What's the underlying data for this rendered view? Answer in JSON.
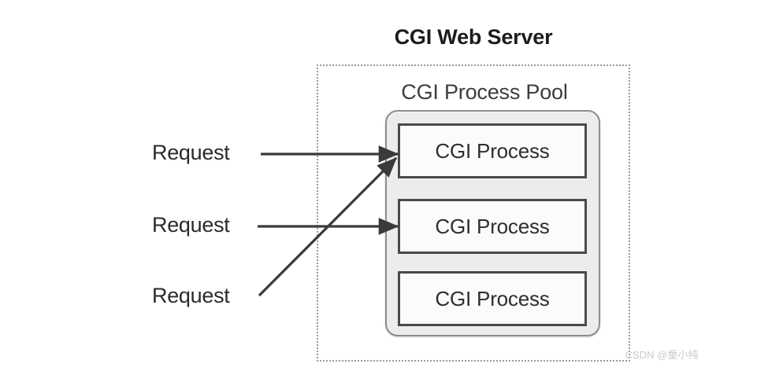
{
  "diagram": {
    "title": "CGI Web Server",
    "pool_title": "CGI Process Pool",
    "watermark": "CSDN @童小纯",
    "colors": {
      "title_text": "#1c1c1c",
      "pool_title_text": "#3d3d3d",
      "pool_fill": "#ececec",
      "pool_border": "#8d8d8d",
      "process_border": "#4a4a4a",
      "process_fill": "#fbfbfb",
      "boundary_border": "#9a9a9a",
      "arrow": "#3a3a3a",
      "request_text": "#2b2b2b",
      "watermark_text": "#c9c9c9"
    },
    "processes": [
      {
        "label": "CGI Process"
      },
      {
        "label": "CGI Process"
      },
      {
        "label": "CGI Process"
      }
    ],
    "requests": [
      {
        "label": "Request",
        "target": "CGI Process 1",
        "arrow": "horizontal"
      },
      {
        "label": "Request",
        "target": "CGI Process 2",
        "arrow": "horizontal"
      },
      {
        "label": "Request",
        "target": "CGI Process 1",
        "arrow": "diagonal"
      }
    ]
  }
}
